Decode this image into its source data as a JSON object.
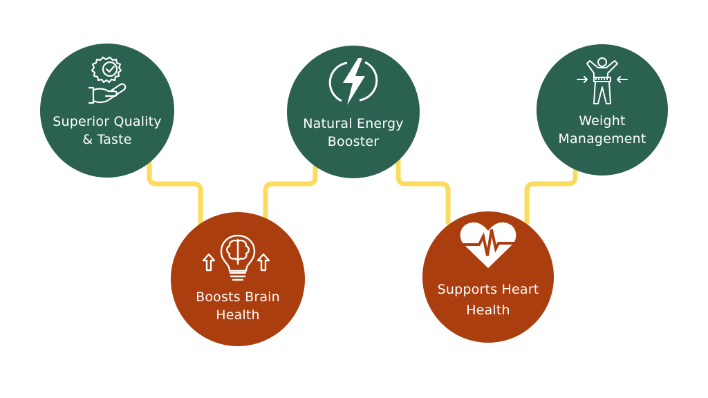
{
  "colors": {
    "benefit_green": "#2b6150",
    "benefit_orange": "#ab3e0e",
    "connector_yellow": "#fbdc5c",
    "icon_white": "#ffffff"
  },
  "benefits": [
    {
      "label_line1": "Superior Quality",
      "label_line2": "& Taste",
      "icon": "hand-quality-badge-icon"
    },
    {
      "label_line1": "Boosts Brain",
      "label_line2": "Health",
      "icon": "brain-lightbulb-icon"
    },
    {
      "label_line1": "Natural Energy",
      "label_line2": "Booster",
      "icon": "lightning-bolt-icon"
    },
    {
      "label_line1": "Supports Heart",
      "label_line2": "Health",
      "icon": "heart-pulse-icon"
    },
    {
      "label_line1": "Weight",
      "label_line2": "Management",
      "icon": "body-measure-icon"
    }
  ]
}
